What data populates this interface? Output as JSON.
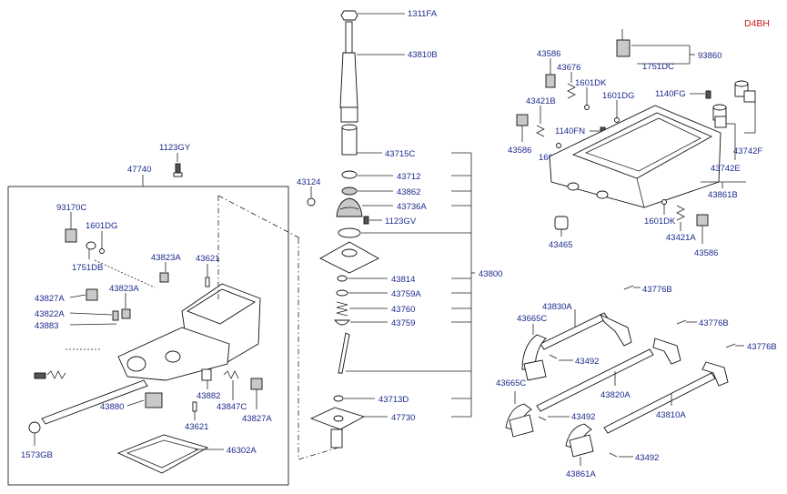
{
  "diagram_code": "D4BH",
  "labels": {
    "p1311FA": "1311FA",
    "p43810B": "43810B",
    "p43715C": "43715C",
    "p43712": "43712",
    "p43862": "43862",
    "p43736A": "43736A",
    "p1123GV": "1123GV",
    "p43124": "43124",
    "p43800": "43800",
    "p43814": "43814",
    "p43759A": "43759A",
    "p43760": "43760",
    "p43759": "43759",
    "p43713D": "43713D",
    "p43730": "47730",
    "p1123GY": "1123GY",
    "p47740": "47740",
    "p93170C": "93170C",
    "p1601DG_l": "1601DG",
    "p1751DB": "1751DB",
    "p43823A_1": "43823A",
    "p43621_1": "43621",
    "p43827A_1": "43827A",
    "p43823A_2": "43823A",
    "p43822A": "43822A",
    "p43883": "43883",
    "p43882": "43882",
    "p43847C": "43847C",
    "p43827A_2": "43827A",
    "p43880": "43880",
    "p43621_2": "43621",
    "p1573GB": "1573GB",
    "p46302A": "46302A",
    "p43586_1": "43586",
    "p43676": "43676",
    "p1751DC": "1751DC",
    "p93860": "93860",
    "p1601DK_1": "1601DK",
    "p1601DG_r": "1601DG",
    "p43421B": "43421B",
    "p1140FG": "1140FG",
    "p1140FN": "1140FN",
    "p43586_2": "43586",
    "p1601DK_2": "1601DK",
    "p43742E": "43742E",
    "p43742F": "43742F",
    "p43861B": "43861B",
    "p1601DK_3": "1601DK",
    "p43421A": "43421A",
    "p43586_3": "43586",
    "p43465": "43465",
    "p43776B_1": "43776B",
    "p43776B_2": "43776B",
    "p43776B_3": "43776B",
    "p43830A": "43830A",
    "p43665C_1": "43665C",
    "p43492_1": "43492",
    "p43665C_2": "43665C",
    "p43820A": "43820A",
    "p43492_2": "43492",
    "p43810A": "43810A",
    "p43861A": "43861A",
    "p43492_3": "43492"
  }
}
